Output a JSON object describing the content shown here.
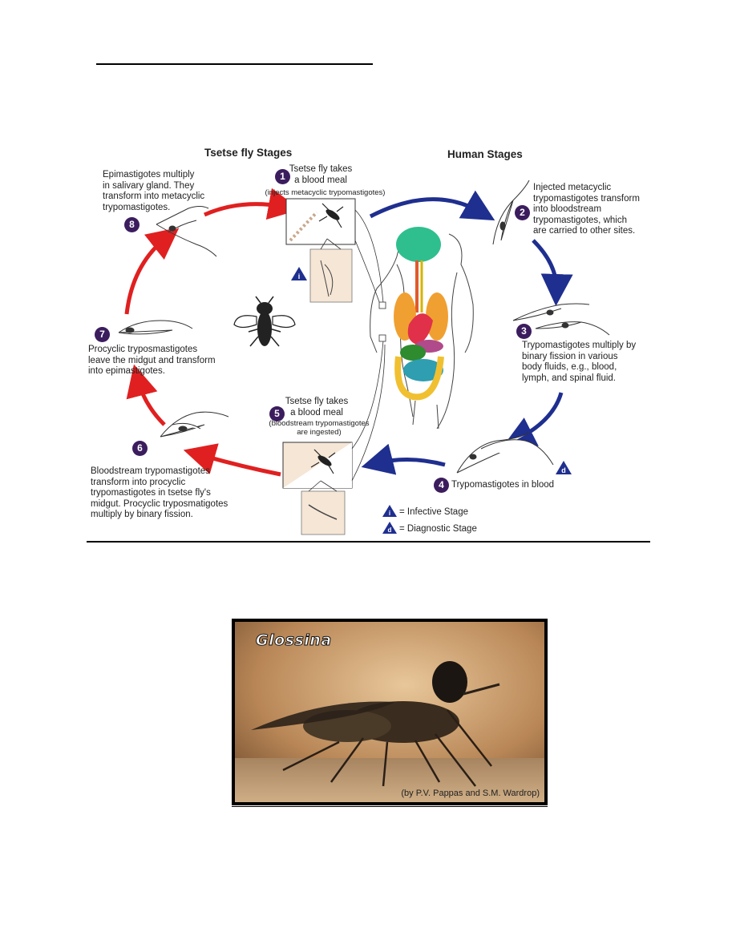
{
  "diagram": {
    "fly_heading": "Tsetse fly Stages",
    "human_heading": "Human Stages",
    "steps": [
      {
        "num": "1",
        "lines": [
          "Tsetse fly takes",
          "a blood meal"
        ],
        "note": "(injects metacyclic trypomastigotes)"
      },
      {
        "num": "2",
        "lines": [
          "Injected metacyclic",
          "trypomastigotes transform",
          "into bloodstream",
          "trypomastigotes, which",
          "are carried to other sites."
        ]
      },
      {
        "num": "3",
        "lines": [
          "Trypomastigotes multiply by",
          "binary fission in various",
          "body fluids, e.g., blood,",
          "lymph, and spinal fluid."
        ]
      },
      {
        "num": "4",
        "lines": [
          "Trypomastigotes in blood"
        ]
      },
      {
        "num": "5",
        "lines": [
          "Tsetse fly takes",
          "a blood meal"
        ],
        "note_lines": [
          "(bloodstream trypomastigotes",
          "are ingested)"
        ]
      },
      {
        "num": "6",
        "lines": [
          "Bloodstream trypomastigotes",
          "transform into procyclic",
          "trypomastigotes in tsetse fly's",
          "midgut. Procyclic tryposmatigotes",
          "multiply by binary fission."
        ]
      },
      {
        "num": "7",
        "lines": [
          "Procyclic tryposmastigotes",
          "leave the midgut and transform",
          "into epimastigotes."
        ]
      },
      {
        "num": "8",
        "lines": [
          "Epimastigotes multiply",
          "in salivary gland. They",
          "transform into metacyclic",
          "trypomastigotes."
        ]
      }
    ],
    "legend": [
      {
        "symbol": "i",
        "label": "= Infective Stage"
      },
      {
        "symbol": "d",
        "label": "= Diagnostic Stage"
      }
    ],
    "colors": {
      "fly_arrow": "#e02020",
      "human_arrow": "#1f2f8f",
      "badge": "#3b1d5e"
    }
  },
  "photo": {
    "title": "Glossina",
    "credit": "(by P.V. Pappas and S.M. Wardrop)"
  }
}
